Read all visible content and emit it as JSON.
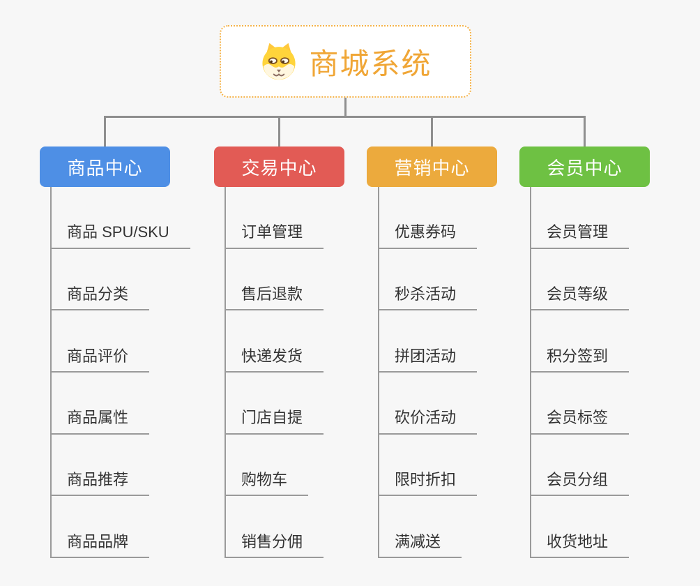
{
  "root": {
    "title": "商城系统",
    "icon": "shiba-dog-icon"
  },
  "branches": [
    {
      "label": "商品中心",
      "color": "#4e8fe5",
      "children": [
        "商品 SPU/SKU",
        "商品分类",
        "商品评价",
        "商品属性",
        "商品推荐",
        "商品品牌"
      ]
    },
    {
      "label": "交易中心",
      "color": "#e25b55",
      "children": [
        "订单管理",
        "售后退款",
        "快递发货",
        "门店自提",
        "购物车",
        "销售分佣"
      ]
    },
    {
      "label": "营销中心",
      "color": "#ecaa3d",
      "children": [
        "优惠券码",
        "秒杀活动",
        "拼团活动",
        "砍价活动",
        "限时折扣",
        "满减送"
      ]
    },
    {
      "label": "会员中心",
      "color": "#6ec143",
      "children": [
        "会员管理",
        "会员等级",
        "积分签到",
        "会员标签",
        "会员分组",
        "收货地址"
      ]
    }
  ],
  "colors": {
    "background": "#f7f7f7",
    "connector": "#8f8f8f",
    "leaf_line": "#9a9a9a",
    "root_border": "#f5b34a",
    "root_text": "#f0a636",
    "leaf_text": "#333333"
  }
}
